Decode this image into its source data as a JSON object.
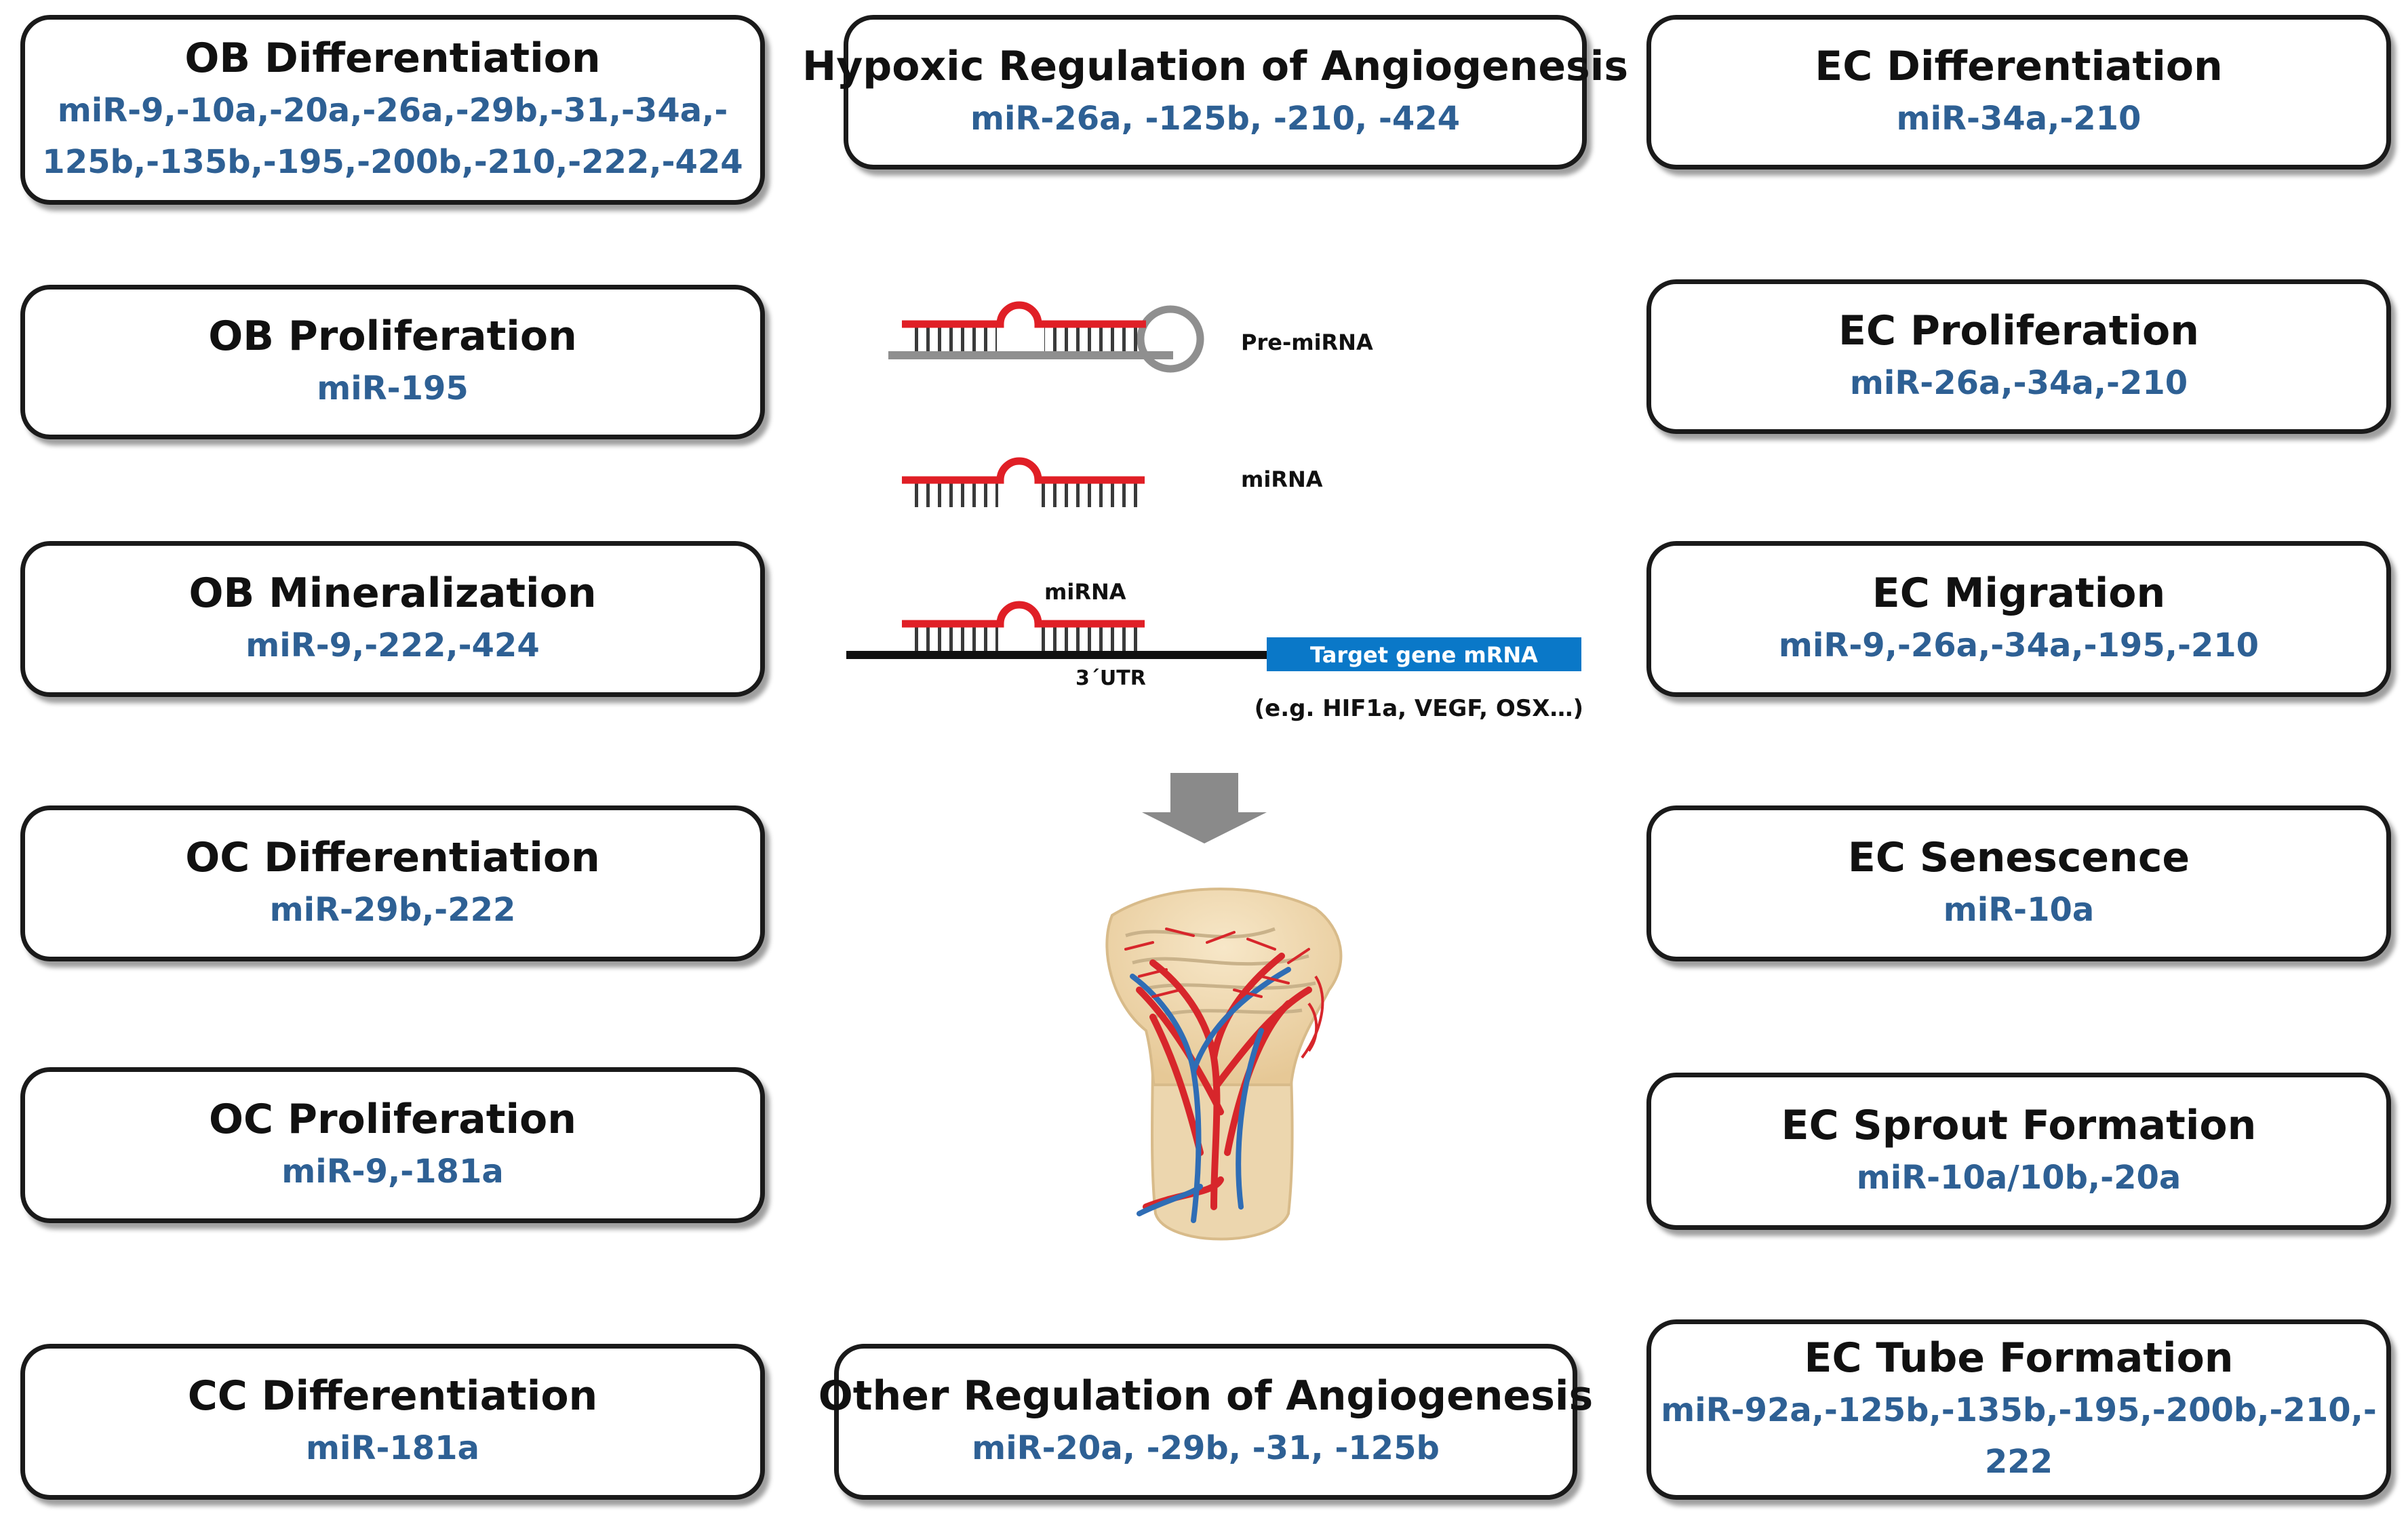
{
  "left": [
    {
      "title": "OB Differentiation",
      "mirnas": [
        "miR-9,-10a,-20a,-26a,-29b,-31,-34a,-",
        "125b,-135b,-195,-200b,-210,-222,-424"
      ]
    },
    {
      "title": "OB Proliferation",
      "mirnas": [
        "miR-195"
      ]
    },
    {
      "title": "OB Mineralization",
      "mirnas": [
        "miR-9,-222,-424"
      ]
    },
    {
      "title": "OC Differentiation",
      "mirnas": [
        "miR-29b,-222"
      ]
    },
    {
      "title": "OC Proliferation",
      "mirnas": [
        "miR-9,-181a"
      ]
    },
    {
      "title": "CC Differentiation",
      "mirnas": [
        "miR-181a"
      ]
    }
  ],
  "center": [
    {
      "title": "Hypoxic Regulation of Angiogenesis",
      "mirnas": [
        "miR-26a, -125b, -210, -424"
      ]
    },
    {
      "title": "Other Regulation of Angiogenesis",
      "mirnas": [
        "miR-20a, -29b, -31, -125b"
      ]
    }
  ],
  "right": [
    {
      "title": "EC Differentiation",
      "mirnas": [
        "miR-34a,-210"
      ]
    },
    {
      "title": "EC Proliferation",
      "mirnas": [
        "miR-26a,-34a,-210"
      ]
    },
    {
      "title": "EC Migration",
      "mirnas": [
        "miR-9,-26a,-34a,-195,-210"
      ]
    },
    {
      "title": "EC Senescence",
      "mirnas": [
        "miR-10a"
      ]
    },
    {
      "title": "EC Sprout Formation",
      "mirnas": [
        "miR-10a/10b,-20a"
      ]
    },
    {
      "title": "EC Tube Formation",
      "mirnas": [
        "miR-92a,-125b,-135b,-195,-200b,-210,-",
        "222"
      ]
    }
  ],
  "schematic": {
    "pre_mirna_label": "Pre-miRNA",
    "mirna_label": "miRNA",
    "bound_mirna_label": "miRNA",
    "utr_label": "3´UTR",
    "target_label": "Target gene mRNA",
    "examples_label": "(e.g. HIF1a,  VEGF, OSX…)"
  },
  "colors": {
    "box_border": "#1a1a1a",
    "title_text": "#111111",
    "mirna_text": "#2e6094",
    "mirna_strand": "#e01f26",
    "target_bar": "#0a78c8",
    "arrow": "#8a8a8a",
    "bone": "#efd9b4"
  }
}
